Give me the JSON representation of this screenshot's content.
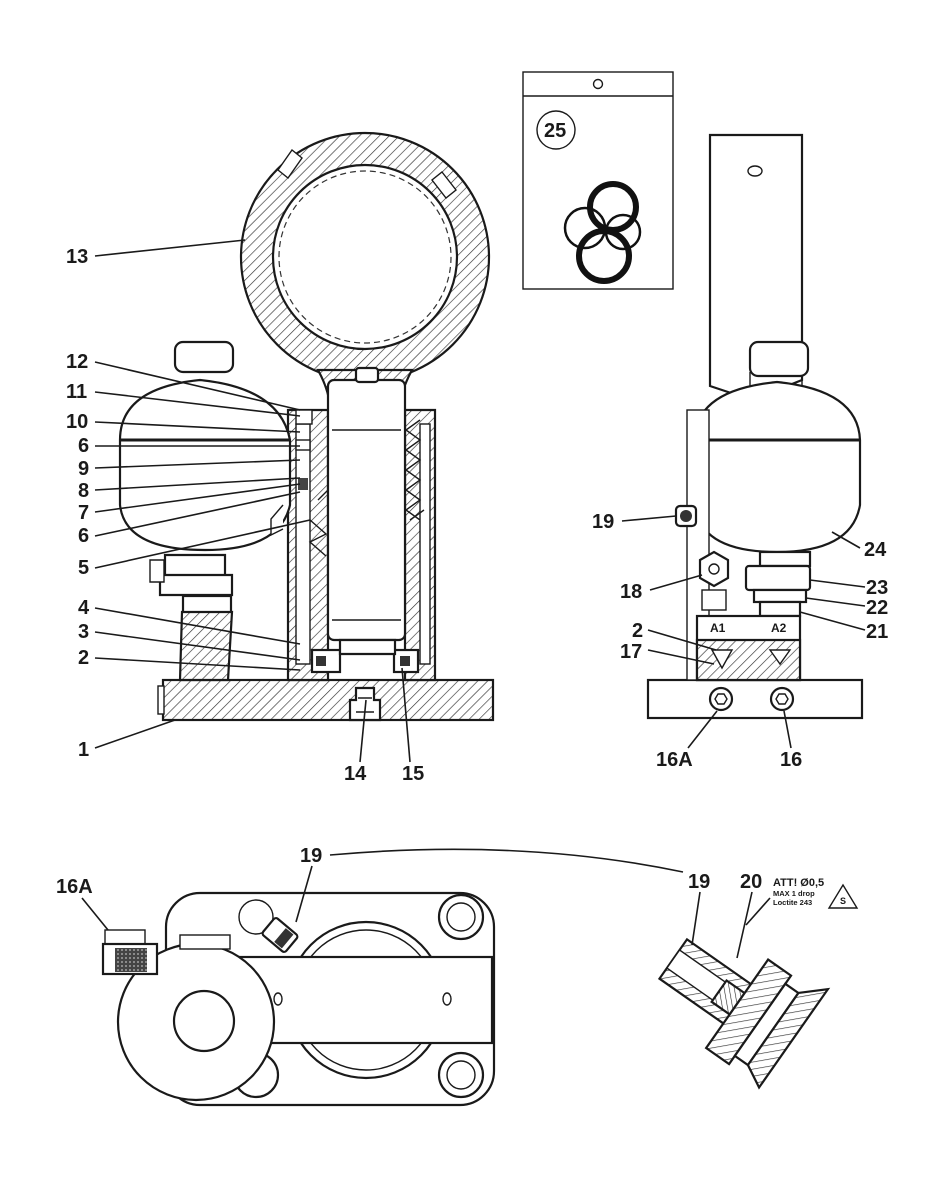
{
  "callouts": {
    "c1": "1",
    "c2": "2",
    "c3": "3",
    "c4": "4",
    "c5": "5",
    "c6a": "6",
    "c6b": "6",
    "c7": "7",
    "c8": "8",
    "c9": "9",
    "c10": "10",
    "c11": "11",
    "c12": "12",
    "c13": "13",
    "c14": "14",
    "c15": "15",
    "c16": "16",
    "c16a_side": "16A",
    "c17": "17",
    "c18": "18",
    "c19_side": "19",
    "c2_side": "2",
    "c21": "21",
    "c22": "22",
    "c23": "23",
    "c24": "24",
    "c25": "25",
    "c16a_plan": "16A",
    "c19_plan": "19",
    "c19_detail": "19",
    "c20": "20"
  },
  "port_labels": {
    "a1": "A1",
    "a2": "A2"
  },
  "detail_note": {
    "line1": "ATT! Ø0,5",
    "line2": "MAX 1 drop",
    "line3": "Loctite 243",
    "warning_symbol": "S"
  },
  "icons": {
    "seal_bag": "o-ring-kit-bag",
    "warning": "warning-triangle"
  }
}
